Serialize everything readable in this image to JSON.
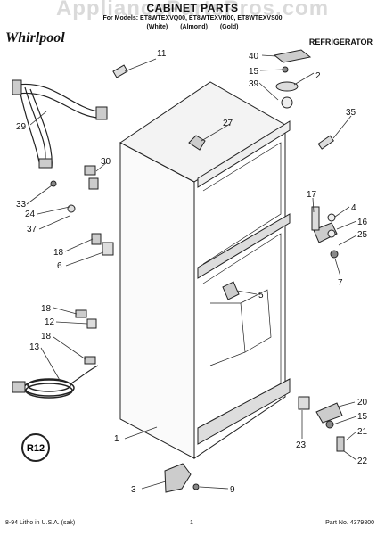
{
  "header": {
    "watermark": "AppliancePartsPros.com",
    "title": "CABINET PARTS",
    "models": "For Models: ET8WTEXVQ00, ET8WTEXVN00, ET8WTEXVS00",
    "colors": "(White) (Almond) (Gold)",
    "brand": "Whirlpool",
    "category": "REFRIGERATOR"
  },
  "callouts": [
    "11",
    "40",
    "15",
    "2",
    "39",
    "29",
    "27",
    "35",
    "30",
    "33",
    "24",
    "37",
    "17",
    "4",
    "16",
    "25",
    "18",
    "6",
    "7",
    "5",
    "18",
    "12",
    "13",
    "18",
    "20",
    "15",
    "21",
    "1",
    "23",
    "22",
    "3",
    "9"
  ],
  "footer": {
    "left": "8-94 Litho in U.S.A. (sak)",
    "page": "1",
    "part_no": "Part No. 4379800"
  },
  "badge": "R12"
}
